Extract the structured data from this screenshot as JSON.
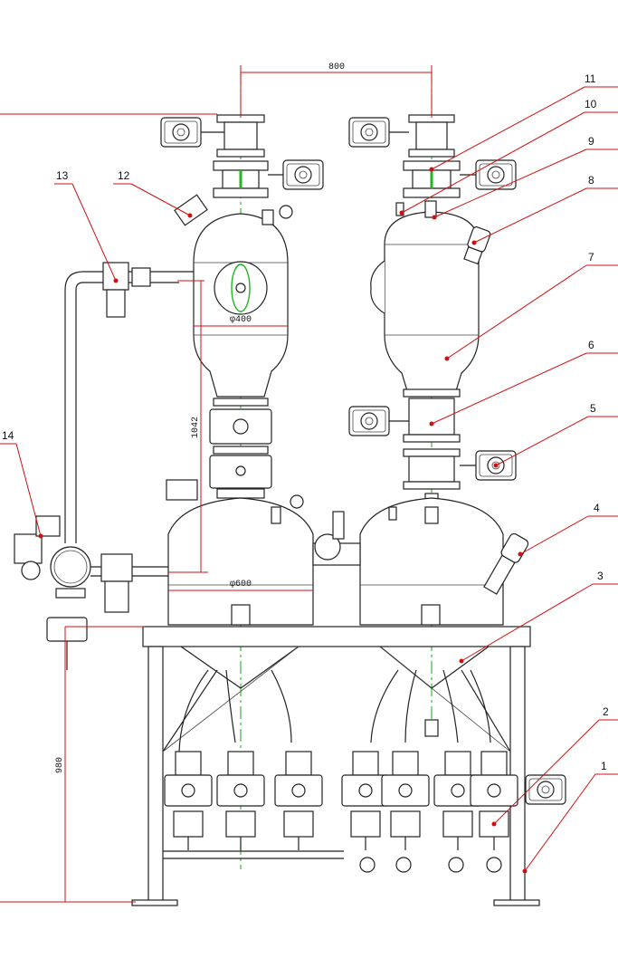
{
  "drawing": {
    "dimensions": {
      "top_spacing": "800",
      "tank_diameter_upper": "φ400",
      "tank_diameter_lower": "φ600",
      "upper_height": "1042",
      "total_height": "980"
    },
    "callouts": [
      "1",
      "2",
      "3",
      "4",
      "5",
      "6",
      "7",
      "8",
      "9",
      "10",
      "11",
      "12",
      "13",
      "14"
    ],
    "colors": {
      "line": "#222222",
      "dimension": "#d01010",
      "centerline": "#22b522"
    }
  }
}
